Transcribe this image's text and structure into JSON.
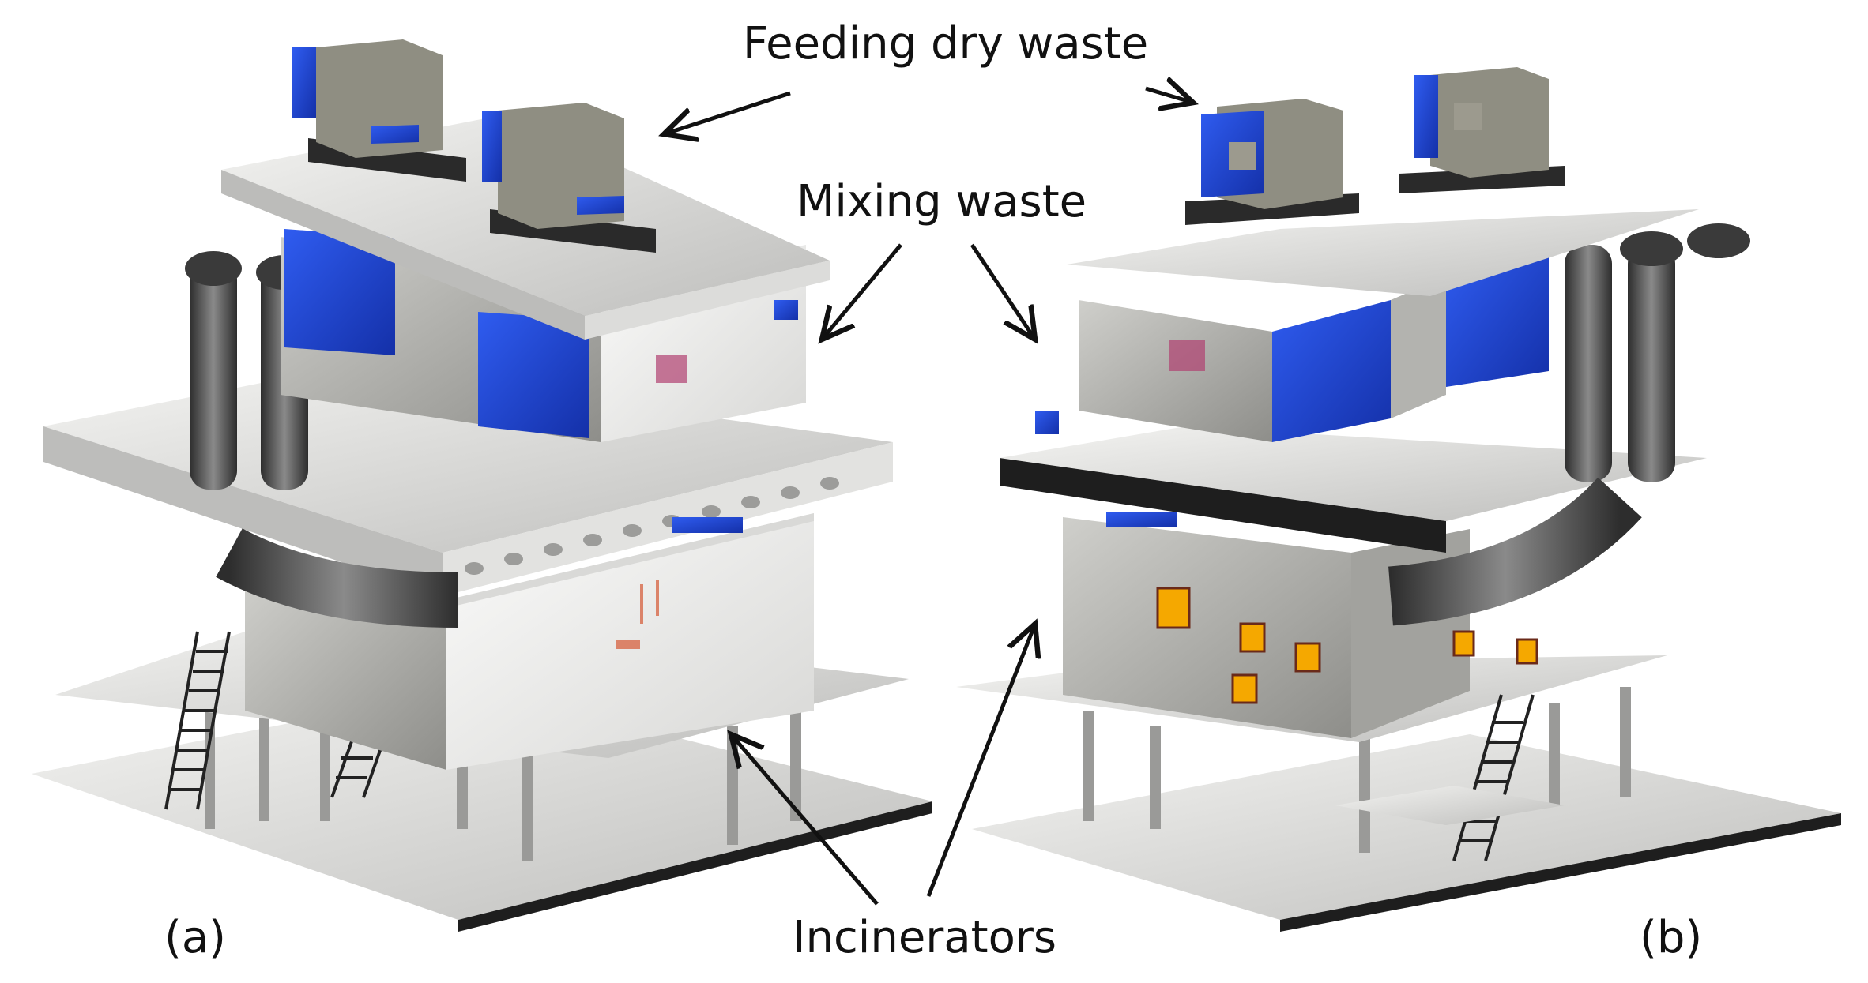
{
  "labels": {
    "feeding": "Feeding dry waste",
    "mixing": "Mixing waste",
    "incinerators": "Incinerators",
    "panel_a": "(a)",
    "panel_b": "(b)"
  },
  "colors": {
    "concrete": "#b9b9b5",
    "concrete_dark": "#8f8f8c",
    "slab": "#e8e8e6",
    "slab_shadow": "#2a2a2a",
    "blue_panel": "#2146d6",
    "white_box": "#f2f2f0",
    "incinerator_window": "#f5a800",
    "duct": "#5a5a5a",
    "arrow": "#111111"
  },
  "icons": [
    "arrow-icon"
  ]
}
